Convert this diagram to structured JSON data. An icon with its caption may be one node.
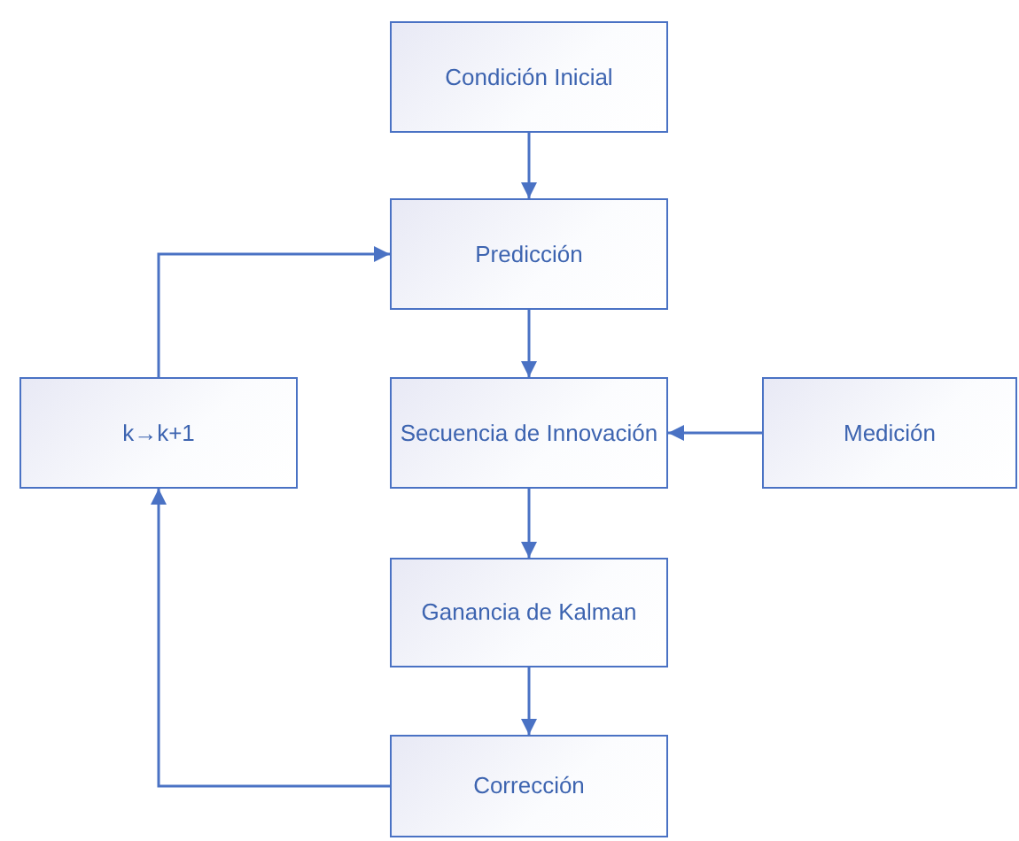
{
  "diagram": {
    "nodes": [
      {
        "text": [
          "Condición Inicial"
        ]
      },
      {
        "text": [
          "Predicción"
        ]
      },
      {
        "text": [
          "k→k+1"
        ]
      },
      {
        "text": [
          "Secuencia de Innovación"
        ]
      },
      {
        "text": [
          "Medición"
        ]
      },
      {
        "text": [
          "Ganancia de Kalman"
        ]
      },
      {
        "text": [
          "Corrección"
        ]
      }
    ],
    "edges": [
      {
        "from": 0,
        "to": 1,
        "arrow": "to"
      },
      {
        "from": 1,
        "to": 3,
        "arrow": "to"
      },
      {
        "from": 4,
        "to": 3,
        "arrow": "to"
      },
      {
        "from": 3,
        "to": 5,
        "arrow": "to"
      },
      {
        "from": 5,
        "to": 6,
        "arrow": "to"
      },
      {
        "from": 6,
        "to": 2,
        "arrow": "to"
      },
      {
        "from": 2,
        "to": 1,
        "arrow": "to"
      }
    ]
  }
}
